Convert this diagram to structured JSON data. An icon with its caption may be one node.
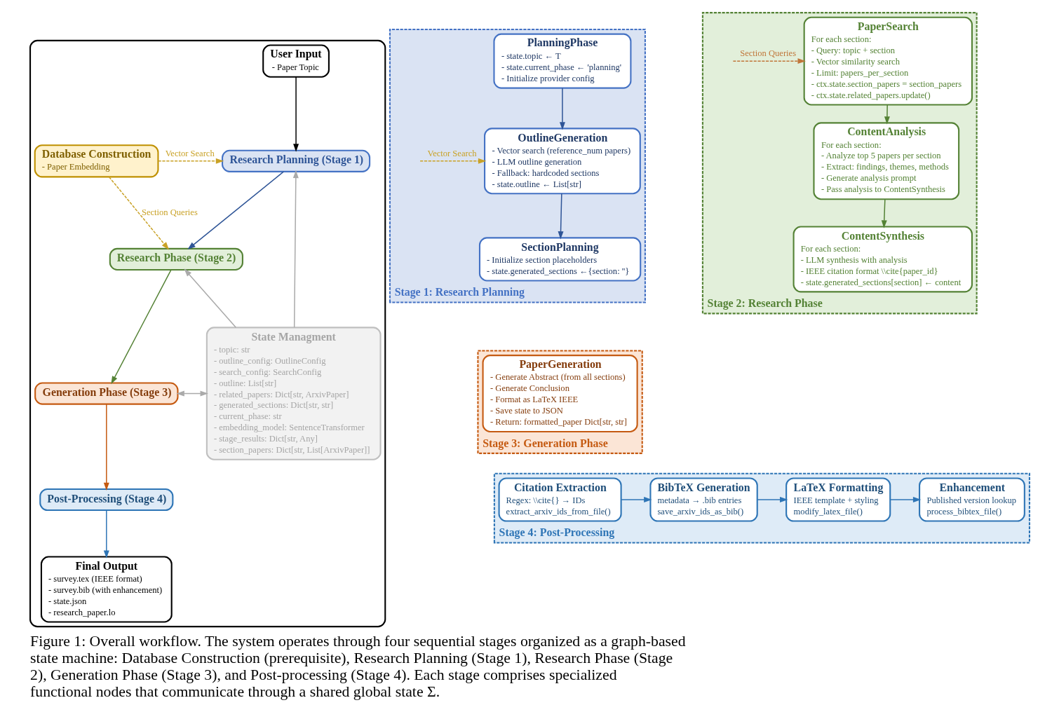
{
  "diagram": {
    "caption": "Figure 1: Overall workflow. The system operates through four sequential stages organized as a graph-based state machine: Database Construction (prerequisite), Research Planning (Stage 1), Research Phase (Stage 2), Generation Phase (Stage 3), and Post-processing (Stage 4). Each stage comprises specialized functional nodes that communicate through a shared global state Σ.",
    "nodes": [
      {
        "text": [],
        "shape": "box"
      },
      {
        "text": [
          "User Input",
          "- Paper Topic"
        ],
        "in": 0
      },
      {
        "text": [
          "Research Planning (Stage 1)"
        ],
        "in": 0
      },
      {
        "text": [
          "Database Construction",
          "- Paper Embedding"
        ],
        "in": 0
      },
      {
        "text": [
          "Research Phase (Stage 2)"
        ],
        "in": 0
      },
      {
        "text": [
          "State Managment",
          "- topic: str",
          "- outline_config: OutlineConfig",
          "- search_config: SearchConfig",
          "- outline: List[str]",
          "- related_papers: Dict[str, ArxivPaper]",
          "- generated_sections: Dict[str, str]",
          "- current_phase: str",
          "- embedding_model: SentenceTransformer",
          "- stage_results: Dict[str, Any]",
          "- section_papers: Dict[str, List[ArxivPaper]]"
        ],
        "in": 0
      },
      {
        "text": [
          "Generation Phase (Stage 3)"
        ],
        "in": 0
      },
      {
        "text": [
          "Post-Processing (Stage 4)"
        ],
        "in": 0
      },
      {
        "text": [
          "Final Output",
          "- survey.tex (IEEE format)",
          "- survey.bib (with enhancement)",
          "- state.json",
          "- research_paper.lo"
        ],
        "in": 0
      },
      {
        "text": [
          "Stage 1: Research Planning"
        ]
      },
      {
        "text": [
          "PlanningPhase",
          "- state.topic ← T",
          "- state.current_phase ← 'planning'",
          "- Initialize provider config"
        ],
        "in": 9
      },
      {
        "text": [
          "OutlineGeneration",
          "- Vector search (reference_num papers)",
          "- LLM outline generation",
          "- Fallback: hardcoded sections",
          "- state.outline ← List[str]"
        ],
        "in": 9
      },
      {
        "text": [
          "SectionPlanning",
          "- Initialize section placeholders",
          "- state.generated_sections ←{section: ''}"
        ],
        "in": 9
      },
      {
        "text": [
          "Stage 2: Research Phase"
        ]
      },
      {
        "text": [
          "PaperSearch",
          "For each section:",
          "- Query: topic + section",
          "- Vector similarity search",
          "- Limit: papers_per_section",
          "- ctx.state.section_papers = section_papers",
          "- ctx.state.related_papers.update()"
        ],
        "in": 13
      },
      {
        "text": [
          "ContentAnalysis",
          "For each section:",
          "- Analyze top 5 papers per section",
          "- Extract: findings, themes, methods",
          "- Generate analysis prompt",
          "- Pass analysis to ContentSynthesis"
        ],
        "in": 13
      },
      {
        "text": [
          "ContentSynthesis",
          "For each section:",
          "- LLM synthesis with analysis",
          "- IEEE citation format \\\\cite{paper_id}",
          "- state.generated_sections[section] ← content"
        ],
        "in": 13
      },
      {
        "text": [
          "Stage 3: Generation Phase"
        ]
      },
      {
        "text": [
          "PaperGeneration",
          "- Generate Abstract (from all sections)",
          "- Generate Conclusion",
          "- Format as LaTeX IEEE",
          "- Save state to JSON",
          "- Return: formatted_paper Dict[str, str]"
        ],
        "in": 17
      },
      {
        "text": [
          "Stage 4: Post-Processing"
        ]
      },
      {
        "text": [
          "Citation Extraction",
          "Regex: \\\\cite{} → IDs",
          "extract_arxiv_ids_from_file()"
        ],
        "in": 19
      },
      {
        "text": [
          "BibTeX Generation",
          "metadata → .bib entries",
          "save_arxiv_ids_as_bib()"
        ],
        "in": 19
      },
      {
        "text": [
          "LaTeX Formatting",
          "IEEE template + styling",
          "modify_latex_file()"
        ],
        "in": 19
      },
      {
        "text": [
          "Enhancement",
          "Published version lookup",
          "process_bibtex_file()"
        ],
        "in": 19
      }
    ],
    "edges": [
      {
        "from": 1,
        "to": 2,
        "arrow": "to",
        "color": "#000000"
      },
      {
        "from": 3,
        "to": 2,
        "arrow": "to",
        "label": "Vector Search",
        "style": "dashed",
        "color": "#c9a227"
      },
      {
        "from": 3,
        "to": 4,
        "arrow": "to",
        "label": "Section Queries",
        "style": "dashed",
        "color": "#c9a227"
      },
      {
        "from": 5,
        "to": 2,
        "arrow": "to",
        "color": "#aaaaaa"
      },
      {
        "from": 5,
        "to": 4,
        "arrow": "to",
        "color": "#aaaaaa"
      },
      {
        "from": 5,
        "to": 6,
        "arrow": "both",
        "color": "#aaaaaa"
      },
      {
        "from": 2,
        "to": 4,
        "arrow": "to",
        "color": "#2f5597"
      },
      {
        "from": 4,
        "to": 6,
        "arrow": "to",
        "color": "#548235"
      },
      {
        "from": 6,
        "to": 7,
        "arrow": "to",
        "color": "#c55a11"
      },
      {
        "from": 7,
        "to": 8,
        "arrow": "to",
        "color": "#2e75b6"
      },
      {
        "from": 10,
        "to": 11,
        "arrow": "to",
        "color": "#2f5597"
      },
      {
        "from": 11,
        "to": 12,
        "arrow": "to",
        "color": "#2f5597"
      },
      {
        "from": null,
        "to": 11,
        "arrow": "to",
        "label": "Vector Search",
        "style": "dashed",
        "color": "#c9a227"
      },
      {
        "from": 14,
        "to": 15,
        "arrow": "to",
        "color": "#548235"
      },
      {
        "from": 15,
        "to": 16,
        "arrow": "to",
        "color": "#548235"
      },
      {
        "from": null,
        "to": 14,
        "arrow": "to",
        "label": "Section Queries",
        "style": "dashed",
        "color": "#c0763a"
      },
      {
        "from": 20,
        "to": 21,
        "arrow": "to",
        "color": "#2e75b6"
      },
      {
        "from": 21,
        "to": 22,
        "arrow": "to",
        "color": "#2e75b6"
      },
      {
        "from": 22,
        "to": 23,
        "arrow": "to",
        "color": "#2e75b6"
      }
    ]
  }
}
